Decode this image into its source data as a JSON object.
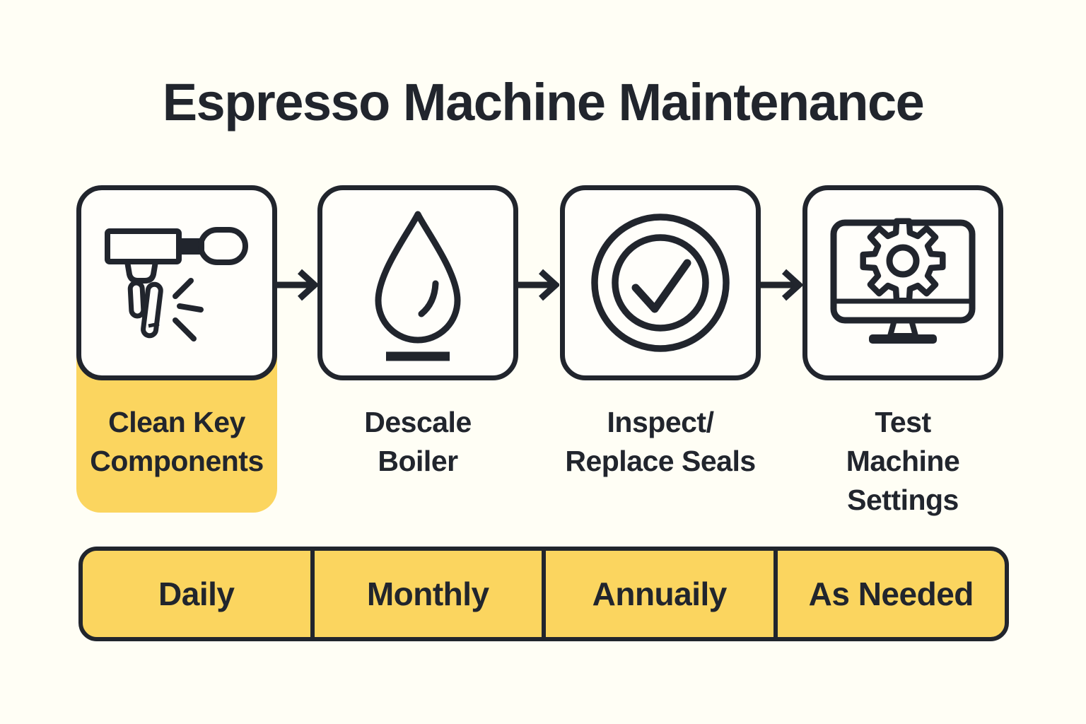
{
  "colors": {
    "bg": "#FFFEF5",
    "card-bg": "#FFFEFA",
    "ink": "#21252D",
    "yellow": "#FBD55F"
  },
  "title": "Espresso Machine Maintenance",
  "steps": [
    {
      "name": "clean-key-components",
      "icon": "portafilter-clean-icon",
      "highlighted": true,
      "label_lines": [
        "Clean Key",
        "Components"
      ]
    },
    {
      "name": "descale-boiler",
      "icon": "water-drop-icon",
      "highlighted": false,
      "label_lines": [
        "Descale",
        "Boiler"
      ]
    },
    {
      "name": "inspect-replace-seals",
      "icon": "seal-check-icon",
      "highlighted": false,
      "label_lines": [
        "Inspect/",
        "Replace Seals"
      ]
    },
    {
      "name": "test-machine-settings",
      "icon": "monitor-gear-icon",
      "highlighted": false,
      "label_lines": [
        "Test",
        "Machine",
        "Settings"
      ]
    }
  ],
  "frequency_bar": [
    "Daily",
    "Monthly",
    "Annuaily",
    "As Needed"
  ]
}
